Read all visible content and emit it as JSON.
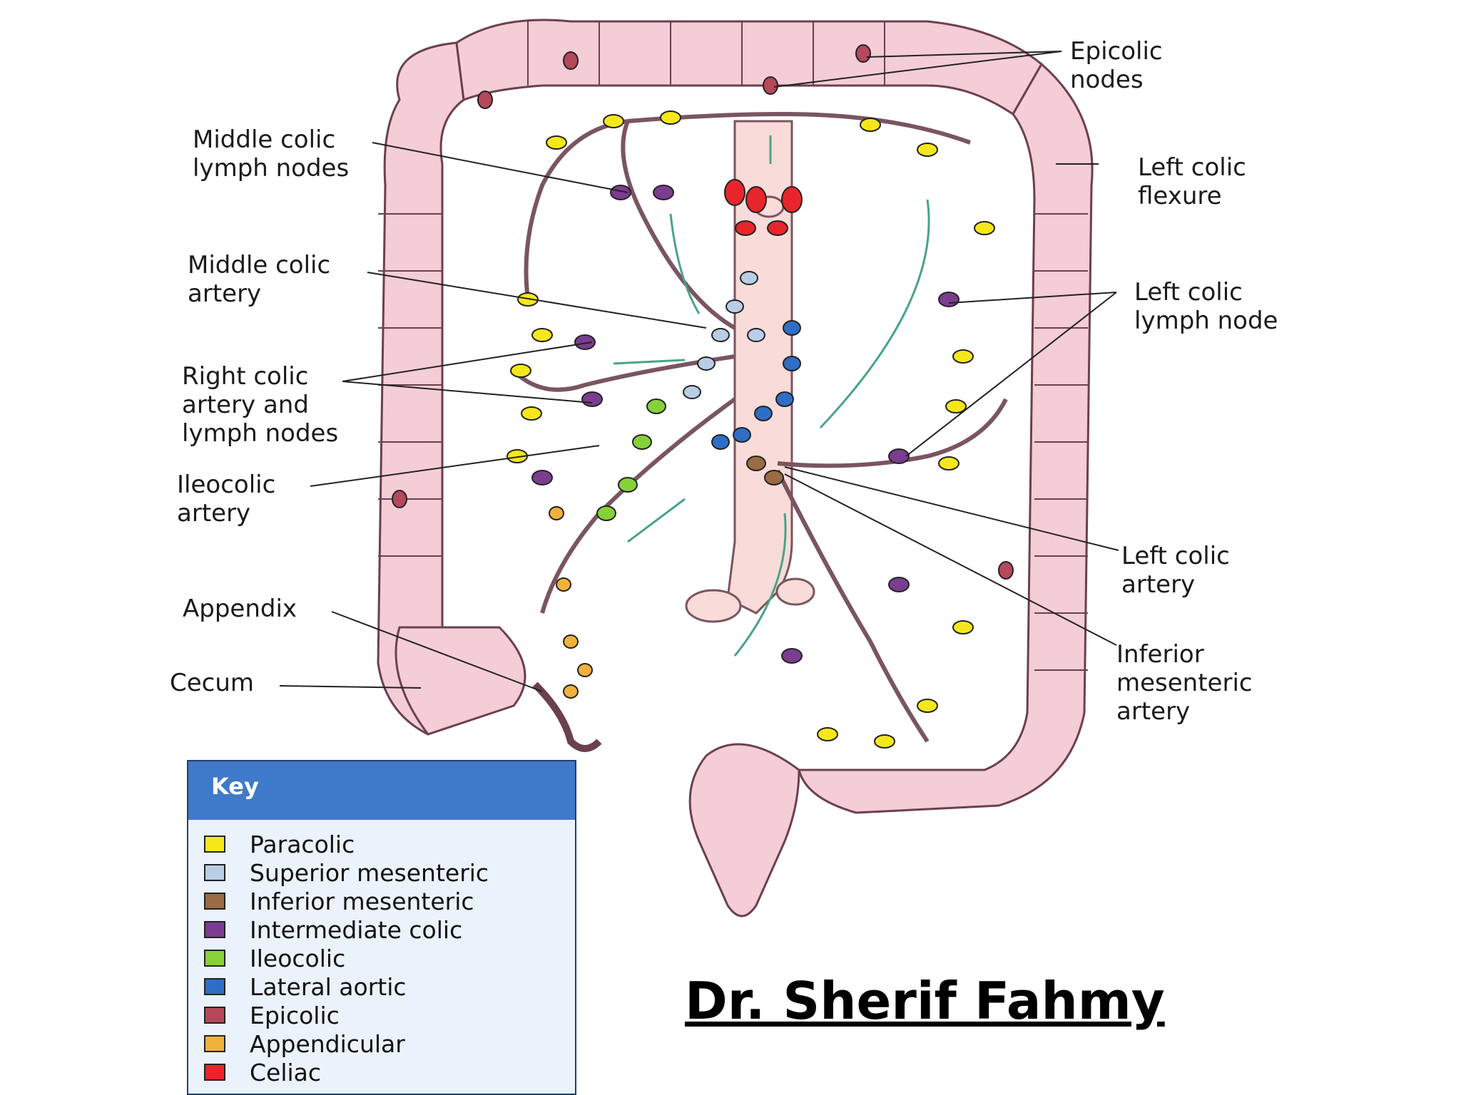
{
  "labels": {
    "epicolic": "Epicolic\nnodes",
    "middle_colic_nodes": "Middle colic\nlymph nodes",
    "left_colic_flexure": "Left colic\nflexure",
    "middle_colic_artery": "Middle colic\nartery",
    "left_colic_nodes": "Left colic\nlymph node",
    "right_colic": "Right colic\nartery and\nlymph nodes",
    "ileocolic": "Ileocolic\nartery",
    "left_colic_artery": "Left colic\nartery",
    "appendix": "Appendix",
    "cecum": "Cecum",
    "inferior_mesenteric": "Inferior\nmesenteric\nartery"
  },
  "key": {
    "title": "Key",
    "items": [
      {
        "label": "Paracolic",
        "color": "#f4e81a"
      },
      {
        "label": "Superior mesenteric",
        "color": "#b9cde6"
      },
      {
        "label": "Inferior mesenteric",
        "color": "#9a6b45"
      },
      {
        "label": "Intermediate colic",
        "color": "#7b3d8f"
      },
      {
        "label": "Ileocolic",
        "color": "#86d13a"
      },
      {
        "label": "Lateral aortic",
        "color": "#2f6ec6"
      },
      {
        "label": "Epicolic",
        "color": "#b5485a"
      },
      {
        "label": "Appendicular",
        "color": "#f0b23a"
      },
      {
        "label": "Celiac",
        "color": "#e8252a"
      }
    ]
  },
  "credit": "Dr. Sherif Fahmy"
}
